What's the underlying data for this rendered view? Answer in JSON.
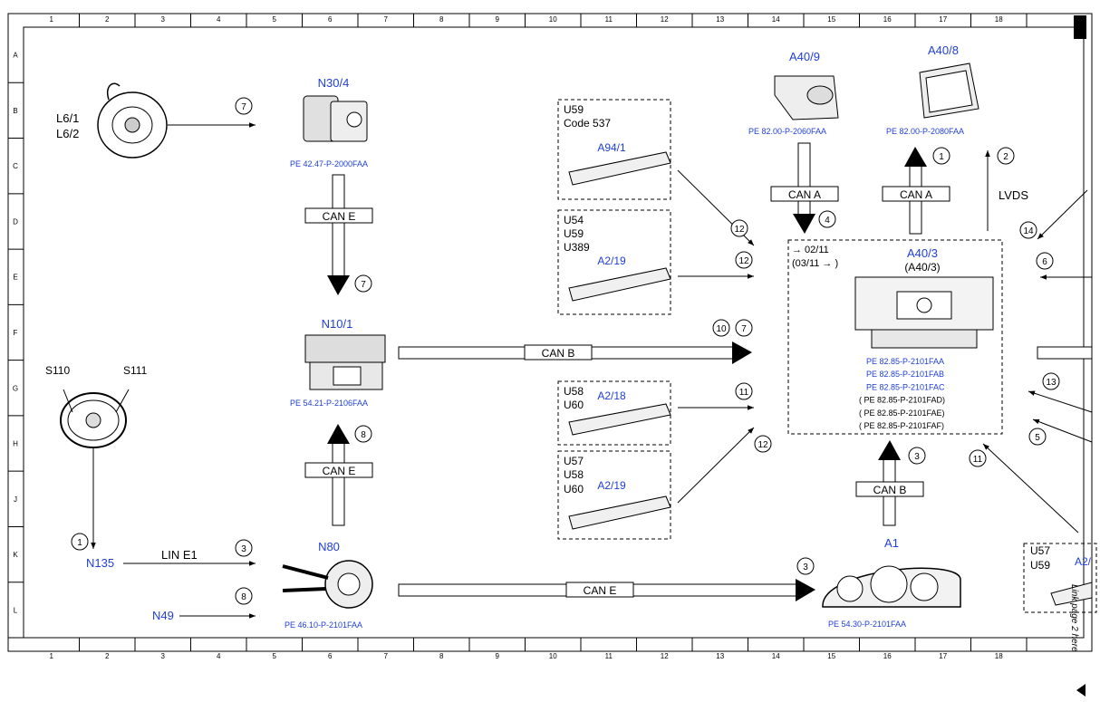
{
  "colors": {
    "blue": "#1f3fd6",
    "black": "#000000",
    "box_fill": "#ffffff"
  },
  "grid": {
    "cols": [
      "1",
      "2",
      "3",
      "4",
      "5",
      "6",
      "7",
      "8",
      "9",
      "10",
      "11",
      "12",
      "13",
      "14",
      "15",
      "16",
      "17",
      "18"
    ],
    "rows": [
      "A",
      "B",
      "C",
      "D",
      "E",
      "F",
      "G",
      "H",
      "J",
      "K",
      "L"
    ]
  },
  "components": {
    "n30_4": {
      "label": "N30/4",
      "ref": "PE 42.47-P-2000FAA"
    },
    "n10_1": {
      "label": "N10/1",
      "ref": "PE 54.21-P-2106FAA"
    },
    "n80": {
      "label": "N80",
      "ref": "PE 46.10-P-2101FAA"
    },
    "a40_9": {
      "label": "A40/9",
      "ref": "PE 82.00-P-2060FAA"
    },
    "a40_8": {
      "label": "A40/8",
      "ref": "PE 82.00-P-2080FAA"
    },
    "a1": {
      "label": "A1",
      "ref": "PE 54.30-P-2101FAA"
    },
    "l6": {
      "line1": "L6/1",
      "line2": "L6/2"
    },
    "steering": {
      "left": "S110",
      "right": "S111"
    },
    "n135": {
      "label": "N135"
    },
    "n49": {
      "label": "N49"
    }
  },
  "boxes": {
    "a94_1": {
      "codes": [
        "U59",
        "Code 537"
      ],
      "label": "A94/1"
    },
    "a2_19_top": {
      "codes": [
        "U54",
        "U59",
        "U389"
      ],
      "label": "A2/19"
    },
    "a2_18": {
      "codes": [
        "U58",
        "U60"
      ],
      "label": "A2/18"
    },
    "a2_19_bottom": {
      "codes": [
        "U57",
        "U58",
        "U60"
      ],
      "label": "A2/19"
    },
    "a40_3": {
      "date1": "→ 02/11",
      "date2": "(03/11 → )",
      "label": "A40/3",
      "label2": "(A40/3)",
      "refs": [
        "PE 82.85-P-2101FAA",
        "PE 82.85-P-2101FAB",
        "PE 82.85-P-2101FAC",
        "(  PE 82.85-P-2101FAD)",
        "(  PE 82.85-P-2101FAE)",
        "(  PE 82.85-P-2101FAF)"
      ]
    },
    "a2_right": {
      "codes": [
        "U57",
        "U59"
      ],
      "label": "A2/"
    }
  },
  "buses": {
    "can_e_top": "CAN E",
    "can_e_mid": "CAN E",
    "can_e_bottom": "CAN E",
    "can_b_main": "CAN B",
    "can_b_a1": "CAN B",
    "can_a_left": "CAN A",
    "can_a_right": "CAN A",
    "lin": "LIN E1",
    "lvds": "LVDS"
  },
  "circles": {
    "c7a": "7",
    "c7b": "7",
    "c7c": "7",
    "c8a": "8",
    "c8b": "8",
    "c1a": "1",
    "c1b": "1",
    "c2": "2",
    "c3a": "3",
    "c3b": "3",
    "c3c": "3",
    "c4": "4",
    "c5": "5",
    "c6": "6",
    "c10": "10",
    "c11a": "11",
    "c11b": "11",
    "c12a": "12",
    "c12b": "12",
    "c12c": "12",
    "c13": "13",
    "c14": "14"
  },
  "side_note": "Link page 2 here"
}
